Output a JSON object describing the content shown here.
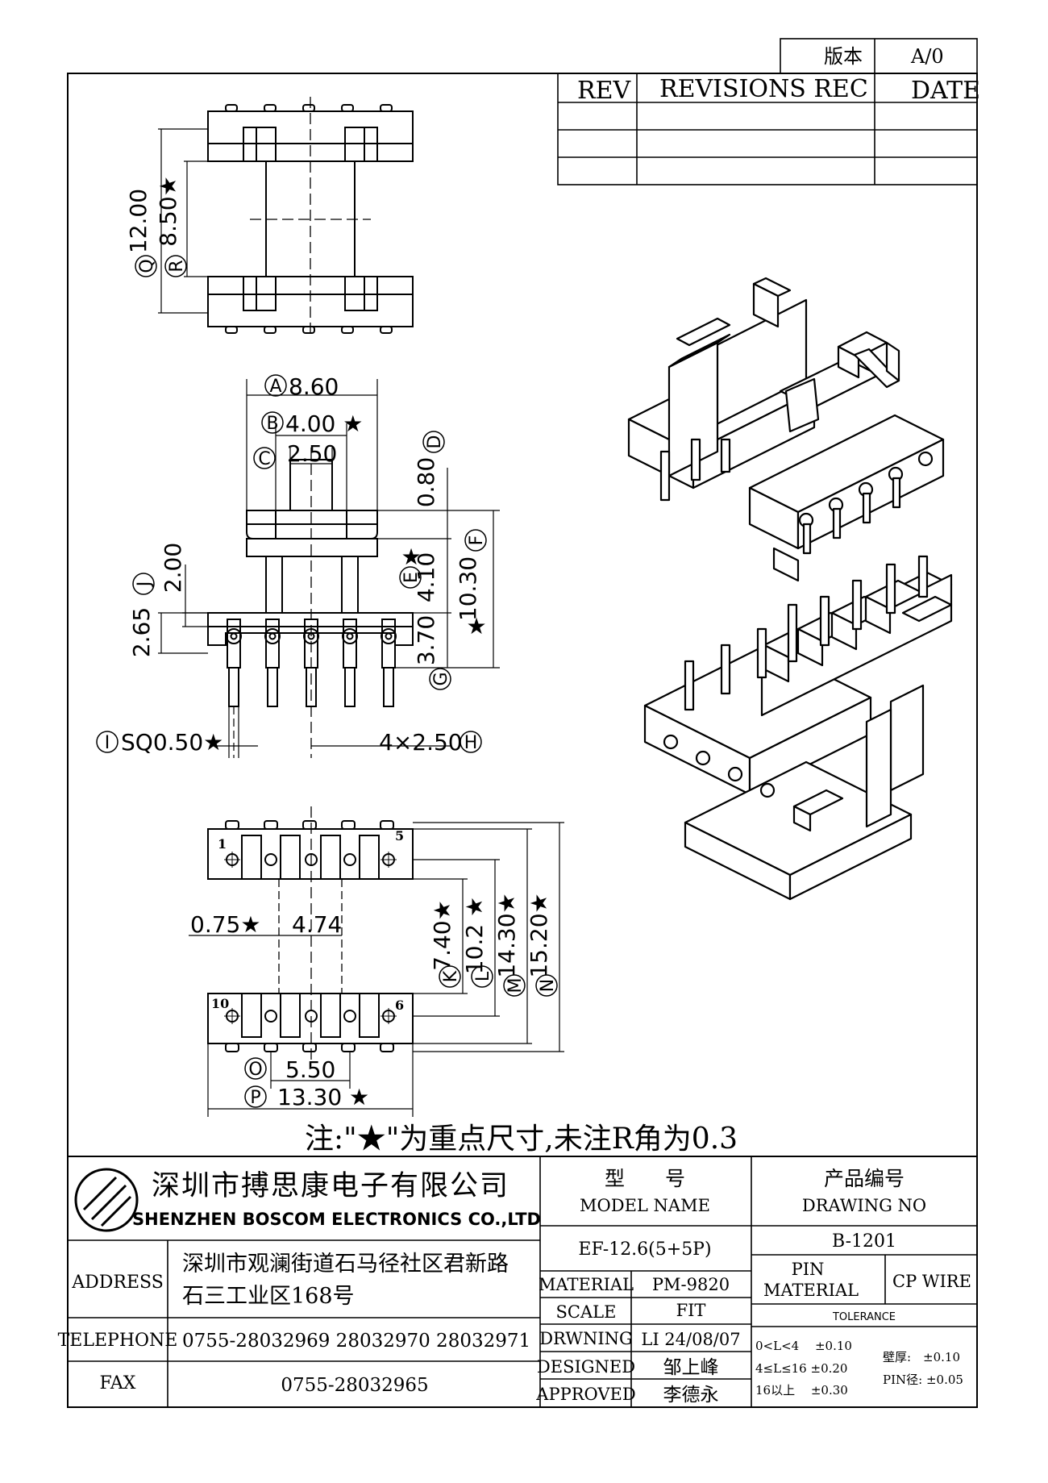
{
  "revision": {
    "version_label": "版本",
    "version_value": "A/0",
    "col_rev": "REV",
    "col_records": "REVISIONS REC",
    "col_date": "DATE"
  },
  "note": "注:\"★\"为重点尺寸,未注R角为0.3",
  "company": {
    "name_cn": "深圳市搏思康电子有限公司",
    "name_en": "SHENZHEN BOSCOM ELECTRONICS CO.,LTD"
  },
  "contact": {
    "address_label": "ADDRESS",
    "address_line1": "深圳市观澜街道石马径社区君新路",
    "address_line2": "石三工业区168号",
    "telephone_label": "TELEPHONE",
    "telephone": "0755-28032969 28032970 28032971",
    "fax_label": "FAX",
    "fax": "0755-28032965"
  },
  "title_block": {
    "model_cn": "型　　号",
    "model_en": "MODEL NAME",
    "model_value": "EF-12.6(5+5P)",
    "drawing_cn": "产品编号",
    "drawing_en": "DRAWING NO",
    "drawing_value": "B-1201",
    "material_label": "MATERIAL",
    "material_value": "PM-9820",
    "scale_label": "SCALE",
    "scale_value": "FIT",
    "drawn_label": "DRWNING",
    "drawn_value": "LI 24/08/07",
    "designed_label": "DESIGNED",
    "designed_value": "邹上峰",
    "approved_label": "APPROVED",
    "approved_value": "李德永",
    "pin_material_1": "PIN",
    "pin_material_2": "MATERIAL",
    "pin_material_value": "CP WIRE",
    "tolerance_label": "TOLERANCE",
    "tol_1": "0<L<4　 ±0.10",
    "tol_2": "4≤L≤16 ±0.20",
    "tol_3": "16以上　 ±0.30",
    "wall": "壁厚:　±0.10",
    "pin_dia": "PIN径: ±0.05"
  },
  "dimensions": {
    "Q": "12.00",
    "R": "8.50★",
    "A": "8.60",
    "B": "4.00 ★",
    "C": "2.50",
    "D": "0.80",
    "E": "4.10",
    "E_star": "★",
    "F": "10.30",
    "F_star": "★",
    "G": "3.70",
    "J": "2.00",
    "J2": "2.65",
    "I": "SQ0.50★",
    "H": "4×2.50",
    "bot_left": "0.75★",
    "bot_center": "4.74",
    "K": "7.40★",
    "L": "10.2 ★",
    "M": "14.30★",
    "N": "15.20★",
    "O": "5.50",
    "P": "13.30 ★"
  },
  "circle_letters": {
    "A": "A",
    "B": "B",
    "C": "C",
    "D": "D",
    "E": "E",
    "F": "F",
    "G": "G",
    "H": "H",
    "I": "I",
    "J": "J",
    "K": "K",
    "L": "L",
    "M": "M",
    "N": "N",
    "O": "O",
    "P": "P",
    "Q": "Q",
    "R": "R"
  },
  "pin_numbers": {
    "p1": "1",
    "p5": "5",
    "p10": "10",
    "p6": "6"
  }
}
